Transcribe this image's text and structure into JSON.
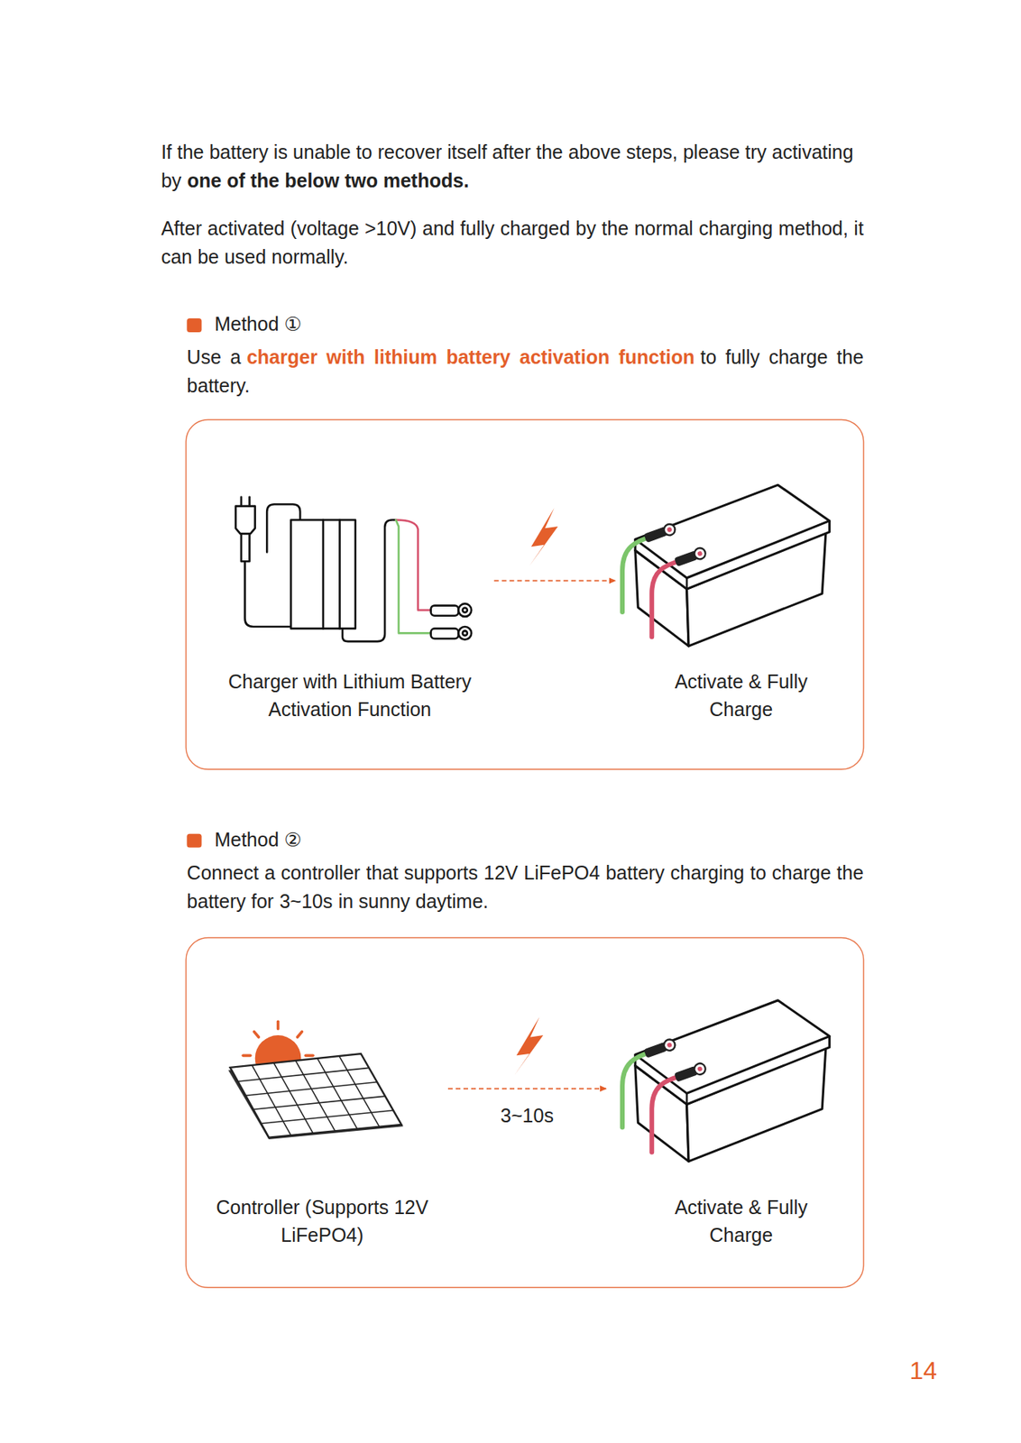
{
  "diagram": {
    "nodes": [
      {
        "text": [
          "Charger with Lithium Battery Activation Function"
        ]
      },
      {
        "text": [
          "Activate & Fully Charge"
        ]
      },
      {
        "text": [
          "Controller (Supports 12V LiFePO4)"
        ]
      },
      {
        "text": [
          "Activate & Fully Charge"
        ]
      }
    ],
    "edges": [
      {
        "from": 0,
        "to": 1,
        "arrow": "to"
      },
      {
        "from": 2,
        "to": 3,
        "arrow": "to",
        "label": "3~10s"
      }
    ],
    "labels": [
      "If the battery is unable to recover itself after the above steps, please try activating by",
      "one of the below two methods.",
      "After activated (voltage >10V) and fully charged by the normal charging method, it can be used normally.",
      "Method ①",
      "Use a",
      "charger with lithium battery activation function",
      "to fully charge the battery.",
      "Method ②",
      "Connect a controller that supports 12V LiFePO4 battery charging to charge the battery for",
      "3~10s",
      "in sunny daytime.",
      "14"
    ]
  }
}
